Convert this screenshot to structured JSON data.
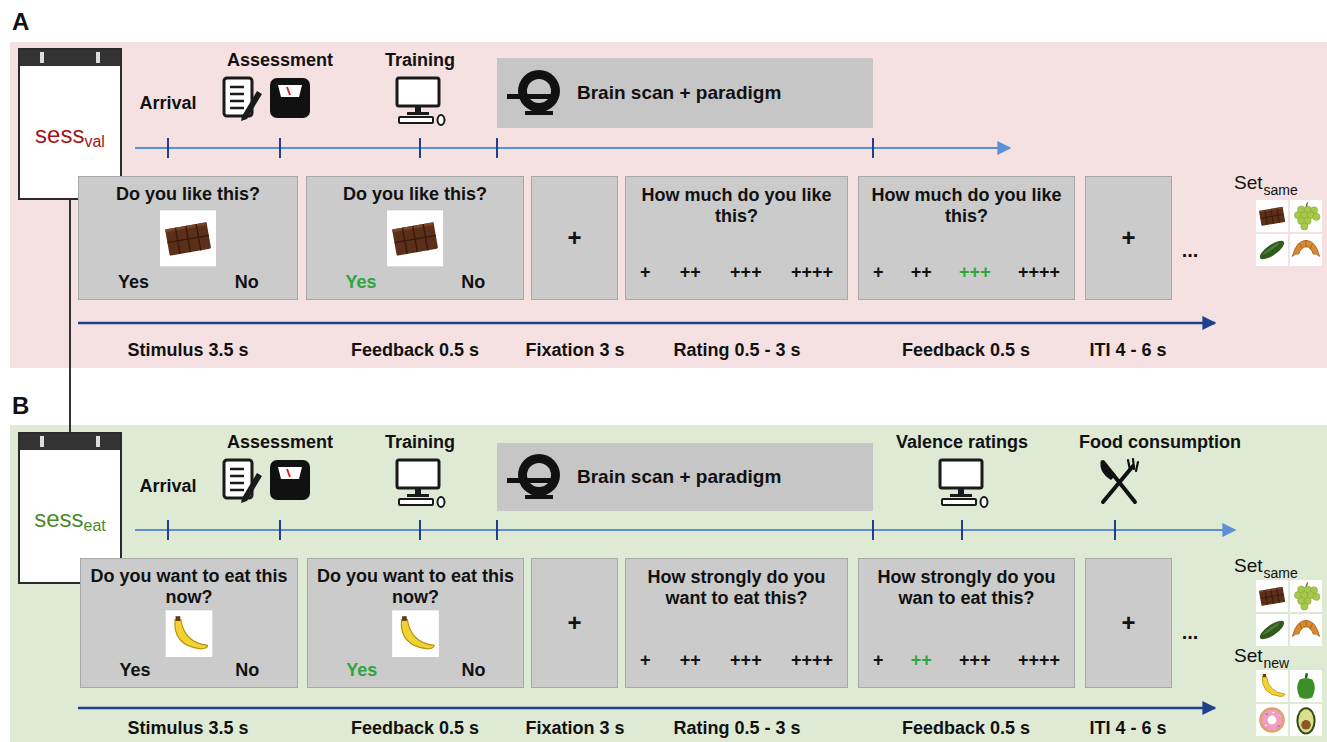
{
  "diagram": {
    "nodes": [
      {
        "text": [
          "A"
        ]
      },
      {
        "text": [
          "sess",
          "val"
        ],
        "in": 0
      },
      {
        "text": [
          "Brain scan + paradigm"
        ],
        "in": 0
      },
      {
        "text": [
          "Do you like this?",
          "Yes",
          "No"
        ],
        "in": 0
      },
      {
        "text": [
          "Do you like this?",
          "Yes",
          "No"
        ],
        "in": 0
      },
      {
        "text": [
          "+"
        ],
        "in": 0
      },
      {
        "text": [
          "How much do you like this?",
          "+",
          "++",
          "+++",
          "++++"
        ],
        "in": 0
      },
      {
        "text": [
          "How much do you like this?",
          "+",
          "++",
          "+++",
          "++++"
        ],
        "in": 0
      },
      {
        "text": [
          "+"
        ],
        "in": 0
      },
      {
        "text": [
          "B"
        ]
      },
      {
        "text": [
          "sess",
          "eat"
        ],
        "in": 9
      },
      {
        "text": [
          "Brain scan + paradigm"
        ],
        "in": 9
      },
      {
        "text": [
          "Do you want to eat this now?",
          "Yes",
          "No"
        ],
        "in": 9
      },
      {
        "text": [
          "Do you want to eat this now?",
          "Yes",
          "No"
        ],
        "in": 9
      },
      {
        "text": [
          "+"
        ],
        "in": 9
      },
      {
        "text": [
          "How strongly do you want to eat this?",
          "+",
          "++",
          "+++",
          "++++"
        ],
        "in": 9
      },
      {
        "text": [
          "How strongly do you wan to eat this?",
          "+",
          "++",
          "+++",
          "++++"
        ],
        "in": 9
      },
      {
        "text": [
          "+"
        ],
        "in": 9
      }
    ],
    "edges": [
      {
        "from": 1,
        "to": 10,
        "arrow": "none"
      }
    ],
    "labels": [
      "Arrival",
      "Assessment",
      "Training",
      "...",
      "Stimulus 3.5 s",
      "Feedback 0.5 s",
      "Fixation 3 s",
      "Rating 0.5 - 3 s",
      "Feedback 0.5 s",
      "ITI 4 - 6 s",
      "Set",
      "same",
      "Arrival",
      "Assessment",
      "Training",
      "Valence ratings",
      "Food consumption",
      "...",
      "Stimulus 3.5 s",
      "Feedback 0.5 s",
      "Fixation 3 s",
      "Rating 0.5 - 3 s",
      "Feedback 0.5 s",
      "ITI 4 - 6 s",
      "Set",
      "same",
      "Set",
      "new"
    ]
  }
}
